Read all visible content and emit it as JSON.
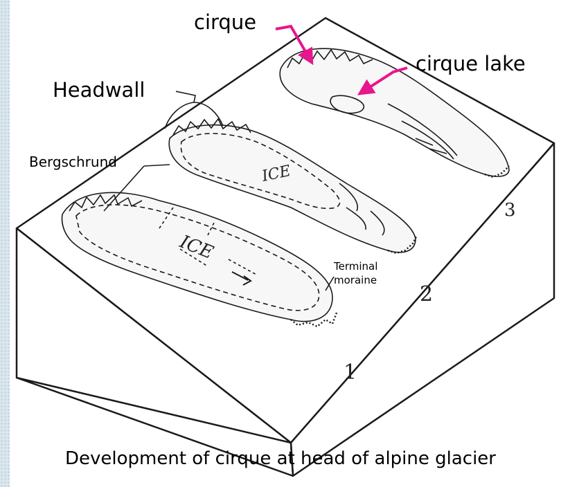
{
  "labels": {
    "cirque": "cirque",
    "cirque_lake": "cirque lake",
    "headwall": "Headwall",
    "bergschrund": "Bergschrund",
    "terminal_line1": "Terminal",
    "terminal_line2": "moraine",
    "ice_small": "ICE",
    "ice_large": "ICE",
    "stage_1": "1",
    "stage_2": "2",
    "stage_3": "3"
  },
  "caption": "Development of cirque at head of alpine glacier",
  "colors": {
    "arrow": "#e8168c",
    "line": "#1a1a1a",
    "background": "#ffffff"
  }
}
